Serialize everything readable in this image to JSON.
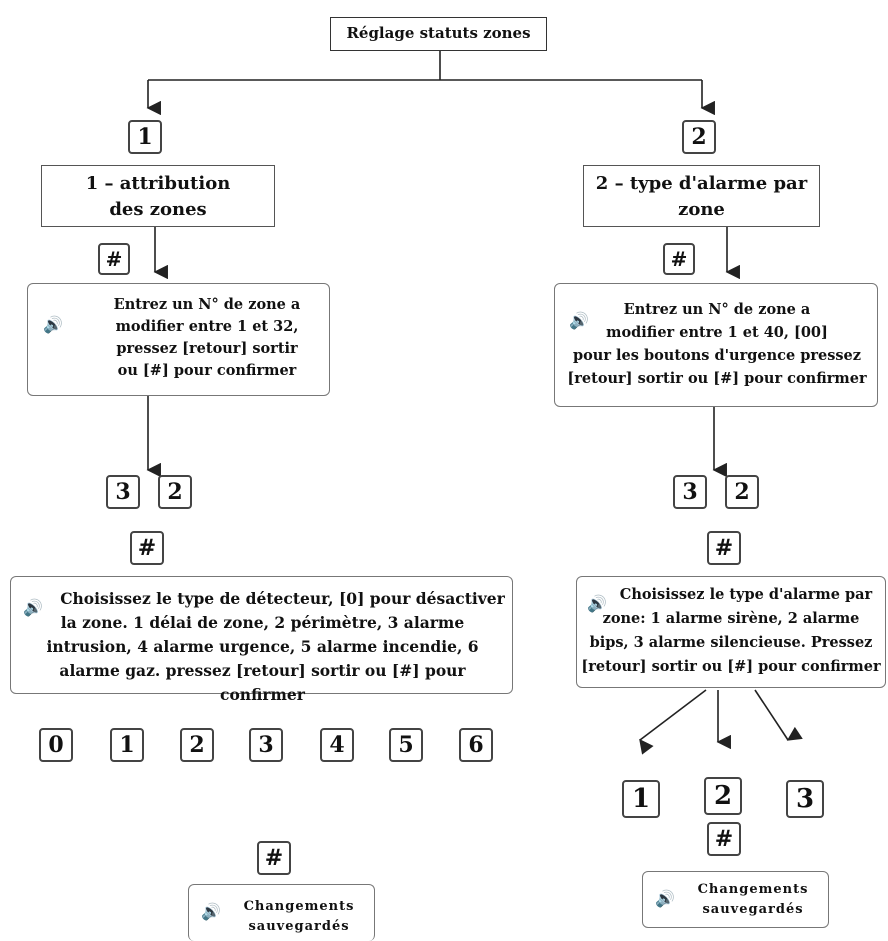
{
  "title": "Réglage statuts zones",
  "left": {
    "menu_key": "1",
    "menu_label_line1": "1 – attribution",
    "menu_label_line2": "des zones",
    "confirm_key": "#",
    "prompt1": [
      "Entrez un N° de zone a",
      "modifier entre 1 et 32,",
      "pressez  [retour] sortir",
      "ou [#] pour confirmer"
    ],
    "zone_keys": [
      "3",
      "2"
    ],
    "confirm_key2": "#",
    "prompt2": [
      "Choisissez le type de détecteur, [0] pour désactiver",
      "la zone. 1 délai de zone, 2 périmètre, 3 alarme",
      "intrusion, 4 alarme urgence, 5 alarme incendie, 6",
      "alarme gaz. pressez  [retour] sortir ou [#] pour confirmer"
    ],
    "type_keys": [
      "0",
      "1",
      "2",
      "3",
      "4",
      "5",
      "6"
    ],
    "confirm_key3": "#",
    "saved": [
      "Changements",
      "sauvegardés"
    ]
  },
  "right": {
    "menu_key": "2",
    "menu_label_line1": "2 – type d'alarme par",
    "menu_label_line2": "zone",
    "confirm_key": "#",
    "prompt1": [
      "Entrez un N° de zone a",
      "modifier entre 1 et 40, [00]",
      "pour les boutons d'urgence pressez",
      "[retour] sortir ou [#] pour confirmer"
    ],
    "zone_keys": [
      "3",
      "2"
    ],
    "confirm_key2": "#",
    "prompt2": [
      "Choisissez le type d'alarme par",
      "zone: 1 alarme sirène, 2 alarme",
      "bips, 3 alarme silencieuse. Pressez",
      "[retour]  sortir ou [#] pour confirmer"
    ],
    "alarm_keys": [
      "1",
      "2",
      "3"
    ],
    "confirm_key3": "#",
    "saved": [
      "Changements",
      "sauvegardés"
    ]
  },
  "icons": {
    "speaker": "speaker-icon"
  }
}
